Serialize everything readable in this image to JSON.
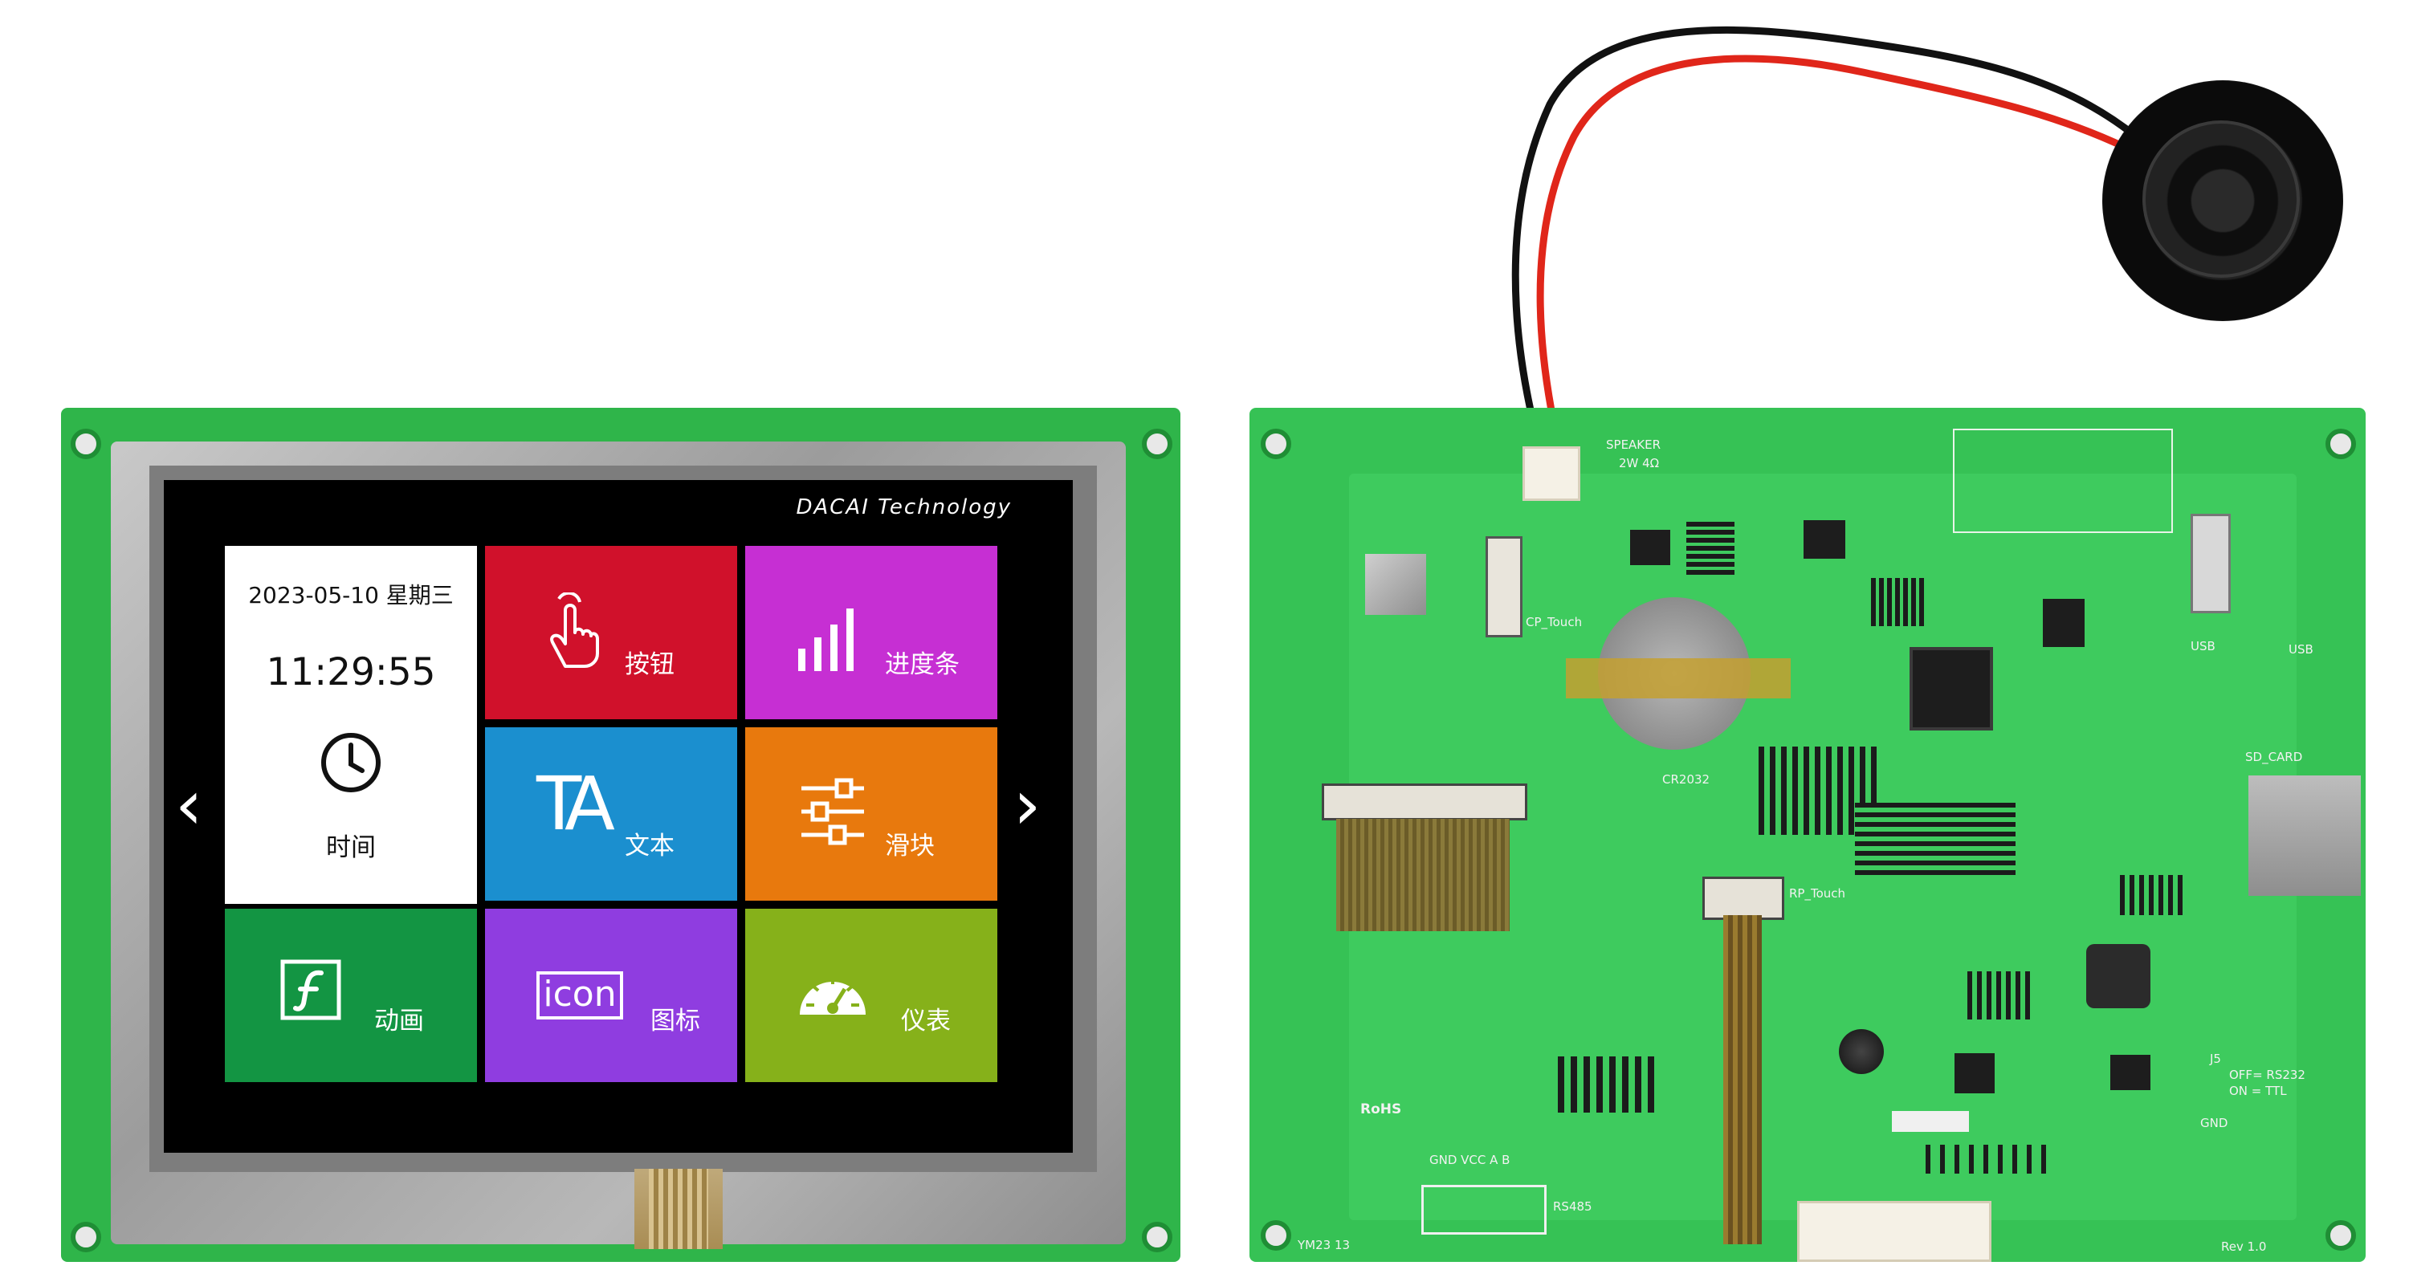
{
  "screen": {
    "brand": "DACAI  Technology",
    "date": "2023-05-10 星期三",
    "time": "11:29:55",
    "time_label": "时间",
    "tiles": {
      "button": "按钮",
      "progress": "进度条",
      "text": "文本",
      "text_glyph": "TA",
      "slider": "滑块",
      "animation": "动画",
      "icon": "图标",
      "icon_glyph": "icon",
      "gauge": "仪表"
    },
    "nav_prev": "‹",
    "nav_next": "›"
  },
  "board": {
    "speaker": "SPEAKER",
    "speaker_spec": "2W 4Ω",
    "cp_touch": "CP_Touch",
    "rp_touch": "RP_Touch",
    "battery": "CR2032",
    "usb_a": "USB",
    "usb_b": "USB",
    "sd_card": "SD_CARD",
    "rohs": "RoHS",
    "gnd_vcc": "GND VCC  A   B",
    "rs485": "RS485",
    "rs232_off": "OFF= RS232",
    "ttl_on": "ON = TTL",
    "rev": "Rev 1.0",
    "date_code": "YM23 13",
    "j5": "J5",
    "gnd": "GND"
  },
  "colors": {
    "pcb": "#2fb54a",
    "tile_button": "#d0112b",
    "tile_progress": "#c62fd3",
    "tile_text": "#1b8fcf",
    "tile_slider": "#e8790d",
    "tile_animation": "#139543",
    "tile_icon": "#8f3de0",
    "tile_gauge": "#86b11a"
  }
}
